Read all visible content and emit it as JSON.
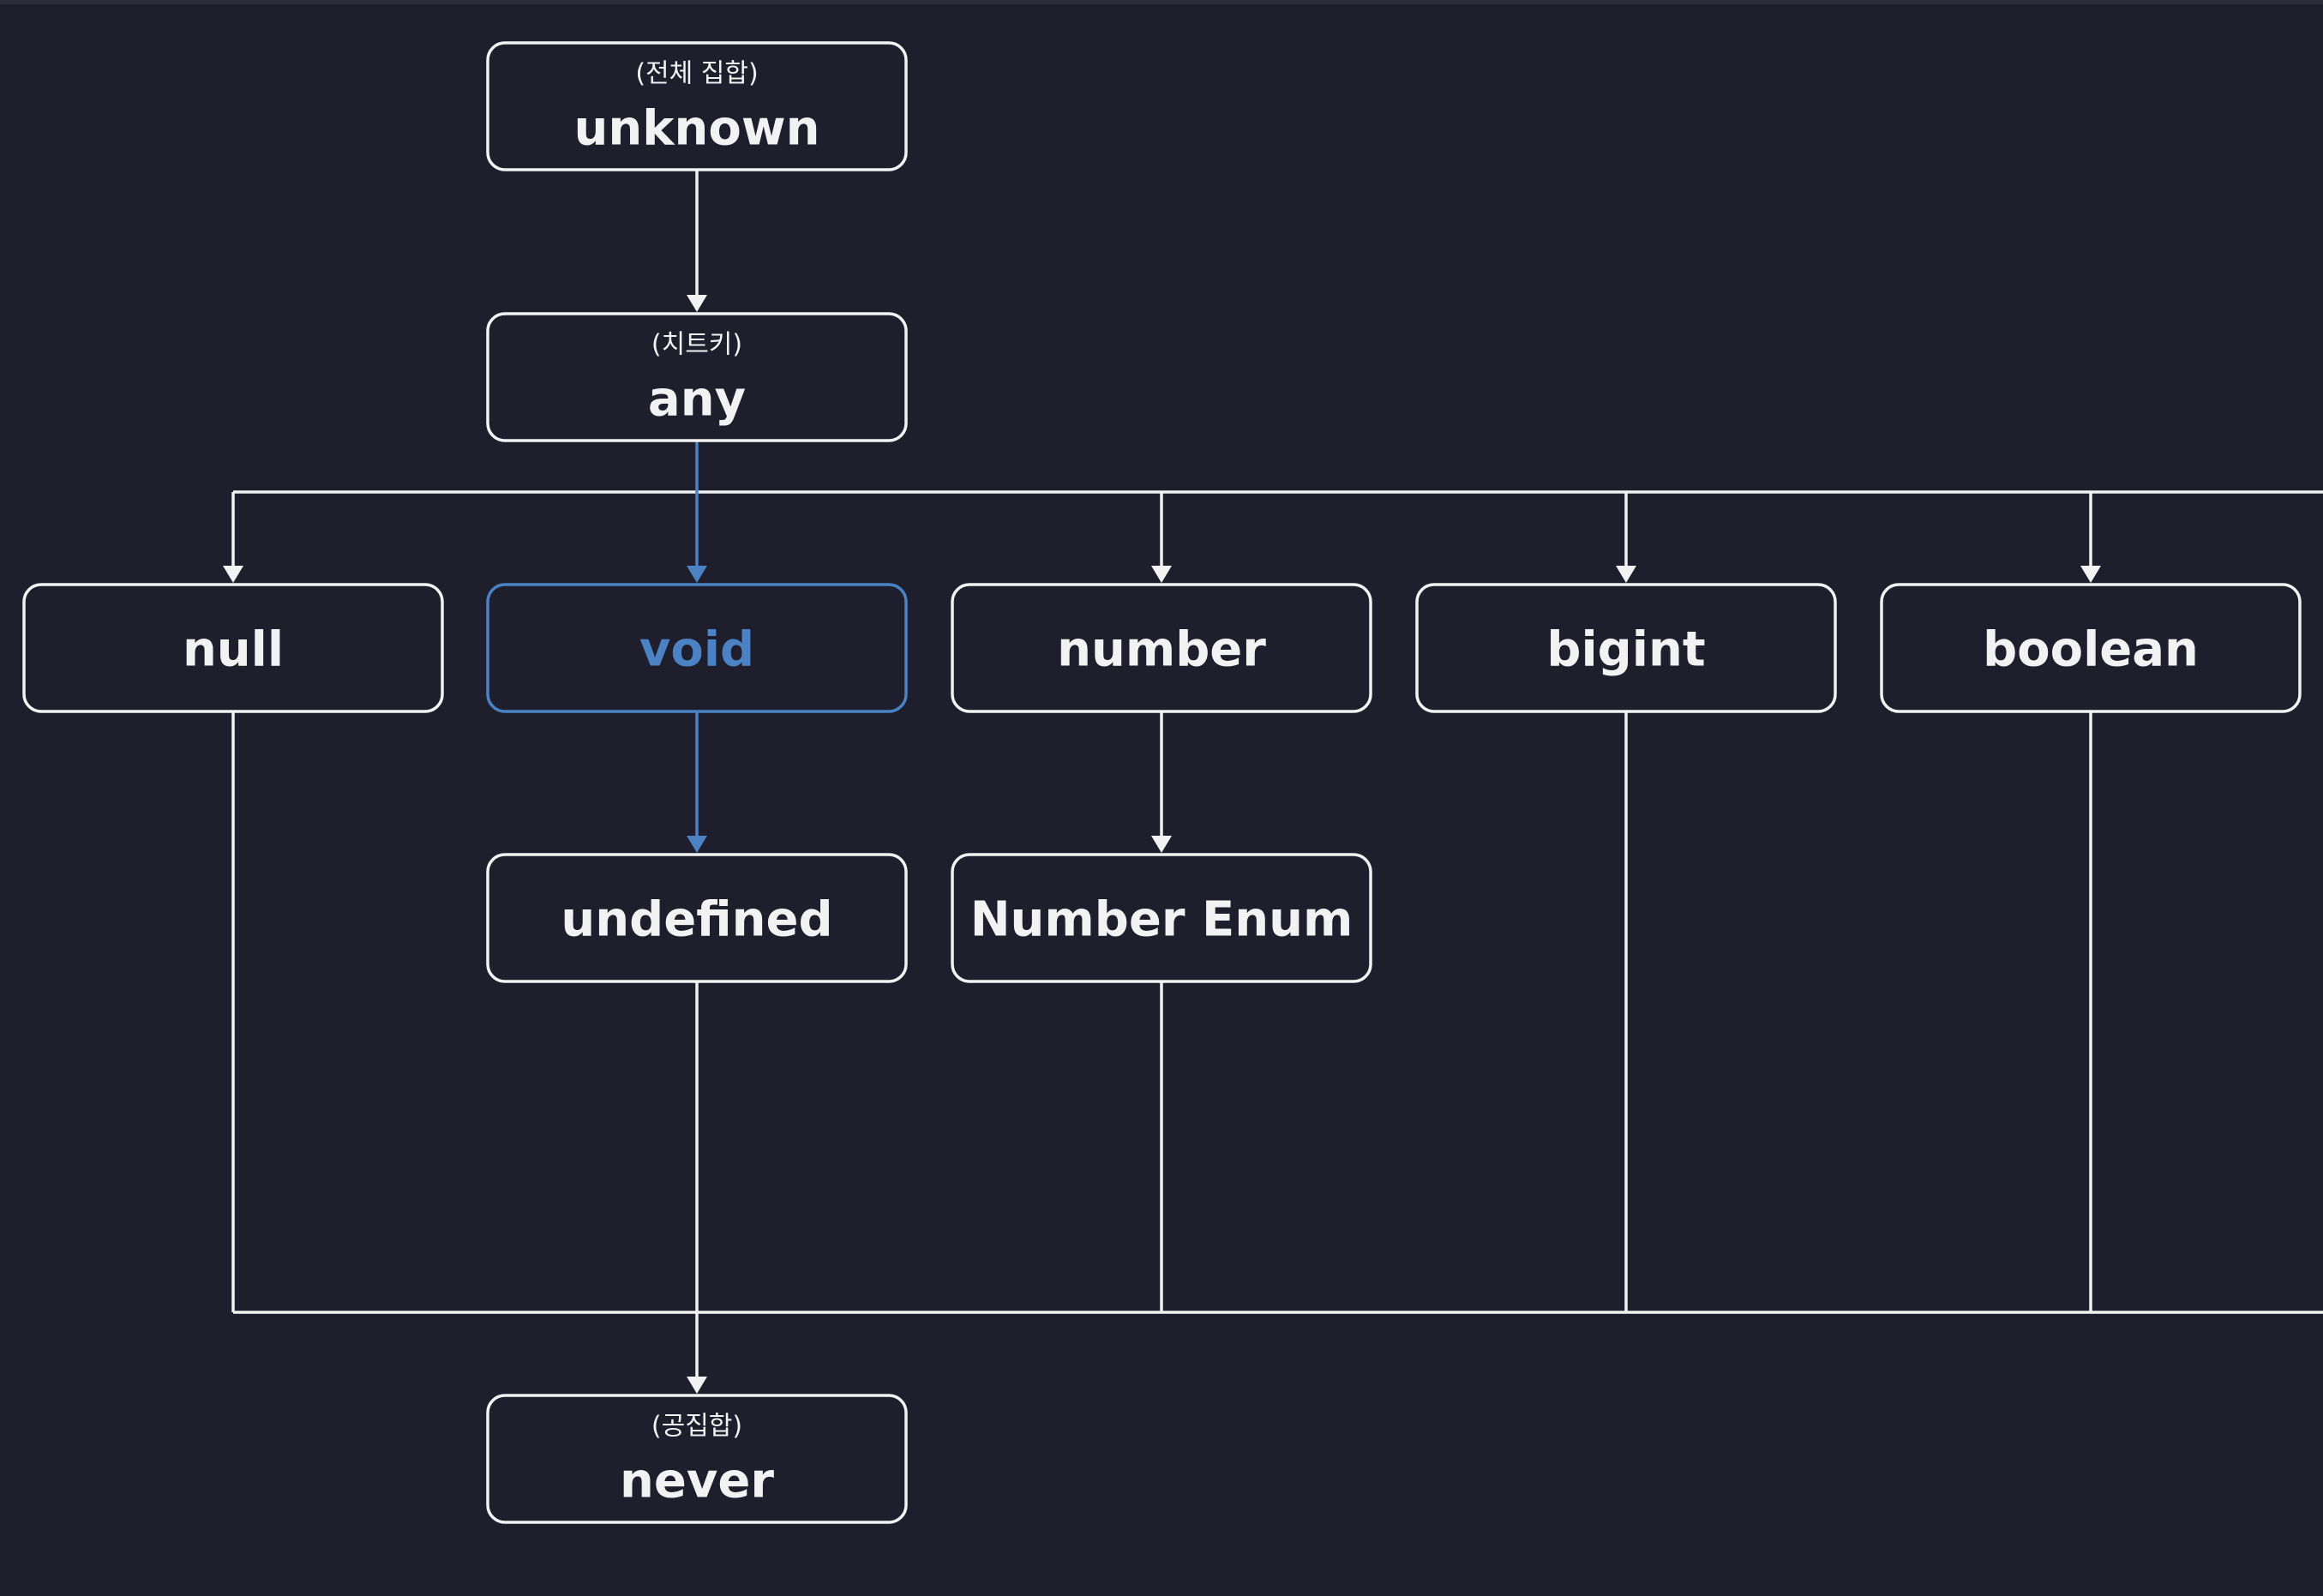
{
  "colors": {
    "background": "#1e1e2c",
    "line": "#f2f2f2",
    "highlight": "#4a82c4"
  },
  "nodes": [
    {
      "id": "unknown",
      "label": "unknown",
      "note": "(전체 집합)",
      "highlight": false
    },
    {
      "id": "any",
      "label": "any",
      "note": "(치트키)",
      "highlight": false
    },
    {
      "id": "null",
      "label": "null",
      "note": "",
      "highlight": false
    },
    {
      "id": "void",
      "label": "void",
      "note": "",
      "highlight": true
    },
    {
      "id": "number",
      "label": "number",
      "note": "",
      "highlight": false
    },
    {
      "id": "bigint",
      "label": "bigint",
      "note": "",
      "highlight": false
    },
    {
      "id": "boolean",
      "label": "boolean",
      "note": "",
      "highlight": false
    },
    {
      "id": "undefined",
      "label": "undefined",
      "note": "",
      "highlight": false
    },
    {
      "id": "number-enum",
      "label": "Number Enum",
      "note": "",
      "highlight": false
    },
    {
      "id": "never",
      "label": "never",
      "note": "(공집합)",
      "highlight": false
    }
  ],
  "edges": [
    {
      "from": "unknown",
      "to": "any",
      "highlight": false
    },
    {
      "from": "any",
      "to": "null",
      "highlight": false
    },
    {
      "from": "any",
      "to": "void",
      "highlight": true
    },
    {
      "from": "any",
      "to": "number",
      "highlight": false
    },
    {
      "from": "any",
      "to": "bigint",
      "highlight": false
    },
    {
      "from": "any",
      "to": "boolean",
      "highlight": false
    },
    {
      "from": "void",
      "to": "undefined",
      "highlight": true
    },
    {
      "from": "number",
      "to": "number-enum",
      "highlight": false
    },
    {
      "from": "null",
      "to": "never",
      "highlight": false
    },
    {
      "from": "undefined",
      "to": "never",
      "highlight": false
    },
    {
      "from": "number-enum",
      "to": "never",
      "highlight": false
    },
    {
      "from": "bigint",
      "to": "never",
      "highlight": false
    },
    {
      "from": "boolean",
      "to": "never",
      "highlight": false
    }
  ]
}
